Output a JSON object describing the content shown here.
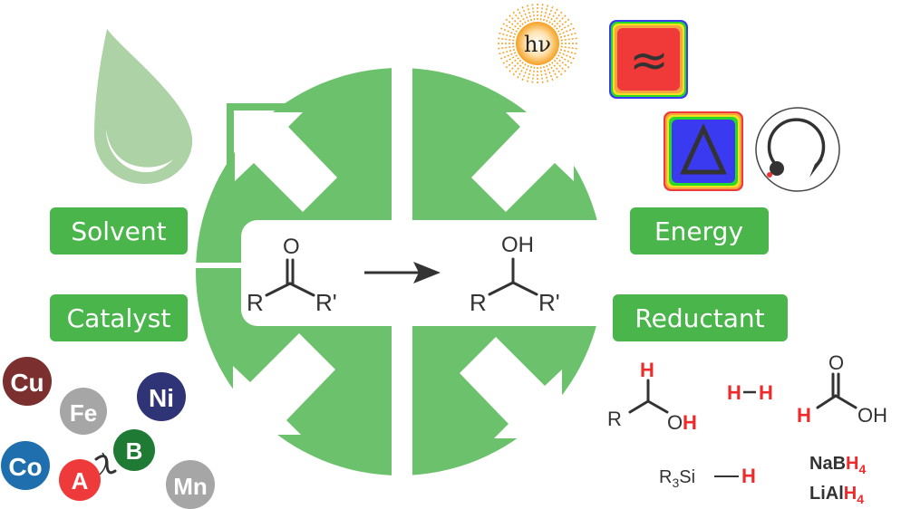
{
  "labels": {
    "solvent": "Solvent",
    "catalyst": "Catalyst",
    "energy": "Energy",
    "reductant": "Reductant"
  },
  "reaction": {
    "reactant": {
      "top_atom": "O",
      "left_group": "R",
      "right_group": "R'"
    },
    "product": {
      "top_group": "OH",
      "left_group": "R",
      "right_group": "R'"
    },
    "arrow": "reaction-arrow"
  },
  "energy_icons": {
    "light": "hν",
    "microwave": "≈",
    "heat": "Δ",
    "mechanical": "rotation"
  },
  "catalysts": [
    {
      "symbol": "Cu",
      "color": "#7b2f2f"
    },
    {
      "symbol": "Fe",
      "color": "#a6a6a6"
    },
    {
      "symbol": "Ni",
      "color": "#2f3477"
    },
    {
      "symbol": "Co",
      "color": "#1f6fae"
    },
    {
      "symbol": "A",
      "color": "#ee3a3a"
    },
    {
      "symbol": "B",
      "color": "#1f7a34"
    },
    {
      "symbol": "Mn",
      "color": "#a6a6a6"
    }
  ],
  "reductants": {
    "alcohol": {
      "h_top": "H",
      "r": "R",
      "o": "O",
      "h": "H"
    },
    "hydrogen": {
      "h1": "H",
      "bond": "−",
      "h2": "H"
    },
    "formic_acid": {
      "o_top": "O",
      "h": "H",
      "oh": "OH"
    },
    "nabh4": {
      "prefix": "NaB",
      "h": "H",
      "sub": "4"
    },
    "lialh4": {
      "prefix": "LiAl",
      "h": "H",
      "sub": "4"
    },
    "silane": {
      "r": "R",
      "sub": "3",
      "si": "Si",
      "h": "H"
    }
  },
  "colors": {
    "green": "#49b54a",
    "green_light": "#6cc16c",
    "drop": "#acd2a5",
    "hydrogen_red": "#ee2a2a"
  }
}
